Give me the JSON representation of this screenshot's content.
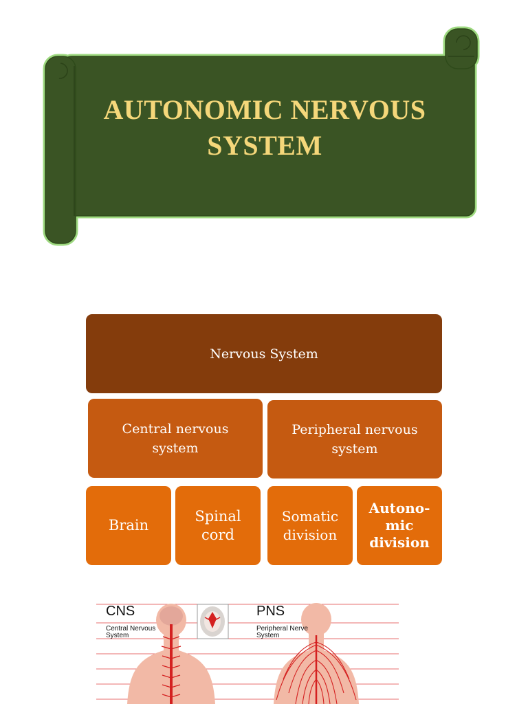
{
  "banner": {
    "title": "AUTONOMIC NERVOUS SYSTEM",
    "colors": {
      "fill": "#3a5424",
      "outline": "#8ed36a",
      "text": "#f5d77a"
    }
  },
  "hierarchy": {
    "root": {
      "label": "Nervous System"
    },
    "branches": [
      {
        "label": "Central nervous\nsystem"
      },
      {
        "label": "Peripheral nervous\nsystem"
      }
    ],
    "leaves": [
      {
        "label": "Brain"
      },
      {
        "label": "Spinal\ncord"
      },
      {
        "label": "Somatic\ndivision"
      },
      {
        "label": "Autono-\nmic\ndivision"
      }
    ],
    "colors": {
      "root": "#843c0c",
      "branch": "#c55a11",
      "leaf": "#e36c0a"
    }
  },
  "illustration": {
    "left": {
      "heading": "CNS",
      "caption": "Central Nervous\nSystem"
    },
    "right": {
      "heading": "PNS",
      "caption": "Peripheral Nerve\nSystem"
    },
    "colors": {
      "skin": "#f2b9a6",
      "nerve": "#d42020",
      "grid": "#e04040"
    }
  }
}
